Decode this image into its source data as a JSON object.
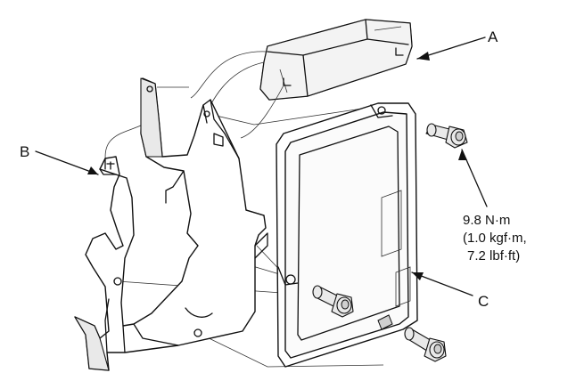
{
  "callouts": {
    "a": "A",
    "b": "B",
    "c": "C"
  },
  "torque": {
    "line1": "9.8 N·m",
    "line2": "(1.0 kgf·m,",
    "line3": "7.2 lbf·ft)"
  }
}
